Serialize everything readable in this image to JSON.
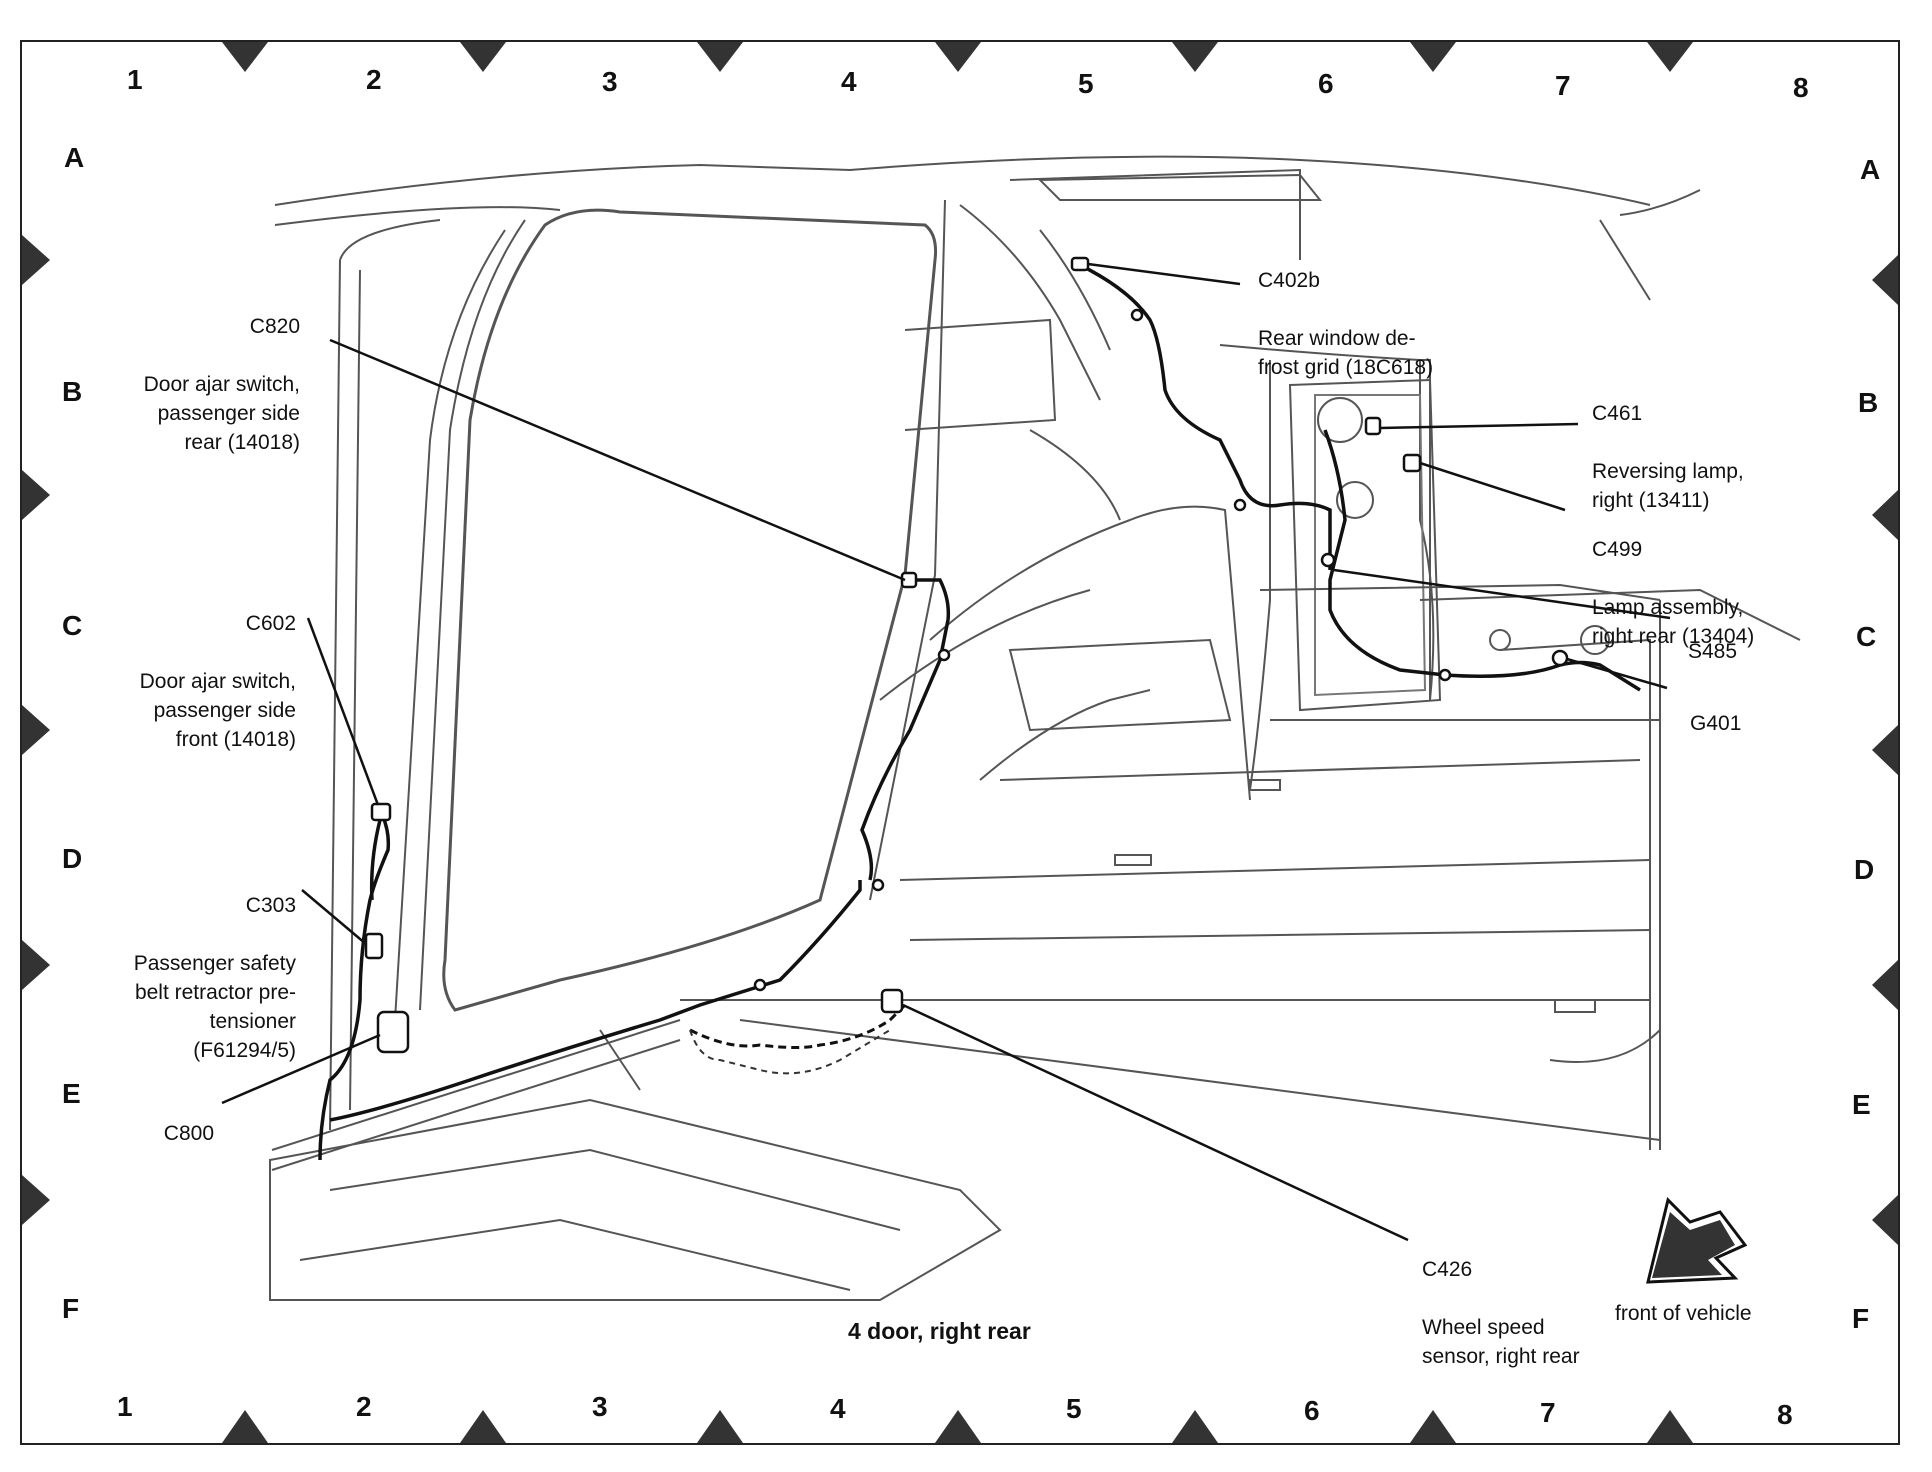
{
  "grid": {
    "columns": [
      "1",
      "2",
      "3",
      "4",
      "5",
      "6",
      "7",
      "8"
    ],
    "rows": [
      "A",
      "B",
      "C",
      "D",
      "E",
      "F"
    ]
  },
  "callouts": {
    "c820": {
      "id": "C820",
      "text": "Door ajar switch,\npassenger side\nrear (14018)"
    },
    "c602": {
      "id": "C602",
      "text": "Door ajar switch,\npassenger side\nfront (14018)"
    },
    "c303": {
      "id": "C303",
      "text": "Passenger safety\nbelt retractor pre-\ntensioner\n(F61294/5)"
    },
    "c800": {
      "id": "C800",
      "text": ""
    },
    "c402b": {
      "id": "C402b",
      "text": "Rear window de-\nfrost grid (18C618)"
    },
    "c461": {
      "id": "C461",
      "text": "Reversing lamp,\nright (13411)"
    },
    "c499": {
      "id": "C499",
      "text": "Lamp assembly,\nright rear (13404)"
    },
    "s485": {
      "id": "S485",
      "text": ""
    },
    "g401": {
      "id": "G401",
      "text": ""
    },
    "c426": {
      "id": "C426",
      "text": "Wheel speed\nsensor, right rear"
    }
  },
  "caption": "4 door, right rear",
  "front_label": "front of vehicle",
  "colors": {
    "line": "#111111",
    "sketch": "#555555",
    "marker": "#333333"
  }
}
